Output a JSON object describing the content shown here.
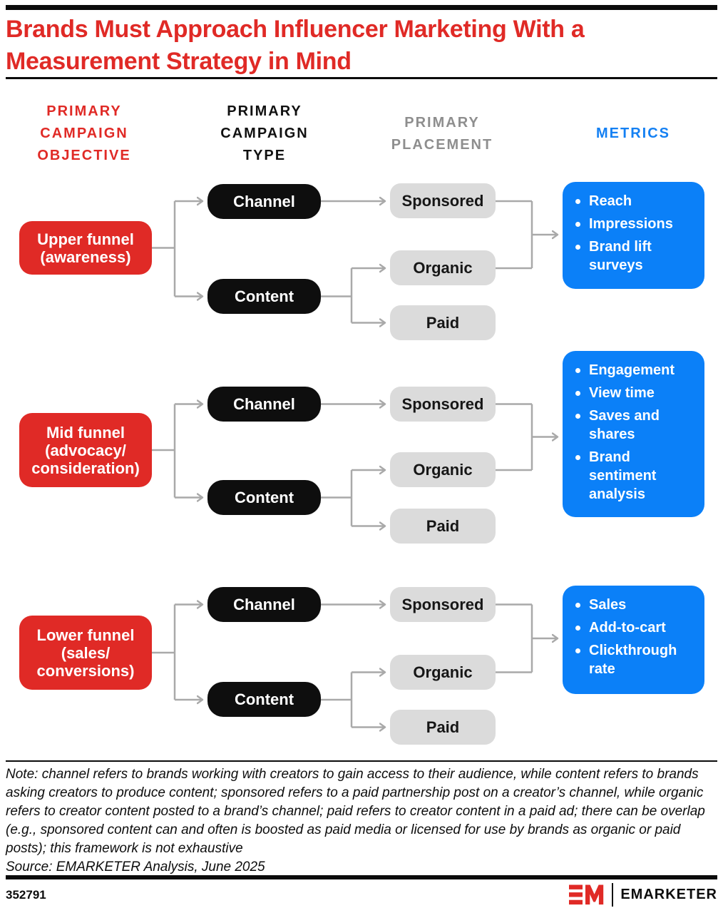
{
  "title": "Brands Must Approach Influencer Marketing With a\nMeasurement Strategy in Mind",
  "columns": [
    {
      "label": "PRIMARY\nCAMPAIGN\nOBJECTIVE",
      "color": "#e02a26"
    },
    {
      "label": "PRIMARY\nCAMPAIGN\nTYPE",
      "color": "#111111"
    },
    {
      "label": "PRIMARY\nPLACEMENT",
      "color": "#8e8e8e"
    },
    {
      "label": "METRICS",
      "color": "#1480f3"
    }
  ],
  "rows": [
    {
      "objective": "Upper funnel\n(awareness)",
      "types": [
        "Channel",
        "Content"
      ],
      "placements": [
        "Sponsored",
        "Organic",
        "Paid"
      ],
      "metrics": [
        "Reach",
        "Impressions",
        "Brand lift surveys"
      ]
    },
    {
      "objective": "Mid funnel\n(advocacy/\nconsideration)",
      "types": [
        "Channel",
        "Content"
      ],
      "placements": [
        "Sponsored",
        "Organic",
        "Paid"
      ],
      "metrics": [
        "Engagement",
        "View time",
        "Saves and shares",
        "Brand sentiment analysis"
      ]
    },
    {
      "objective": "Lower funnel\n(sales/\nconversions)",
      "types": [
        "Channel",
        "Content"
      ],
      "placements": [
        "Sponsored",
        "Organic",
        "Paid"
      ],
      "metrics": [
        "Sales",
        "Add-to-cart",
        "Clickthrough rate"
      ]
    }
  ],
  "note": "Note: channel refers to brands working with creators to gain access to their audience, while content refers to brands asking creators to produce content; sponsored refers to a paid partnership post on a creator’s channel, while organic refers to creator content posted to a brand’s channel; paid refers to creator content in a paid ad; there can be overlap (e.g., sponsored content can and often is boosted as paid media or licensed for use by brands as organic or paid posts); this framework is not exhaustive",
  "source": "Source: EMARKETER Analysis, June 2025",
  "footer": {
    "chart_id": "352791",
    "brand": "EMARKETER"
  },
  "colors": {
    "red": "#e02a26",
    "blue": "#0b80f8",
    "gray_box": "#dbdbdb",
    "black_box": "#0e0e0e",
    "gray_header": "#8e8e8e",
    "blue_header": "#1480f3",
    "connector": "#a9a9a9"
  }
}
